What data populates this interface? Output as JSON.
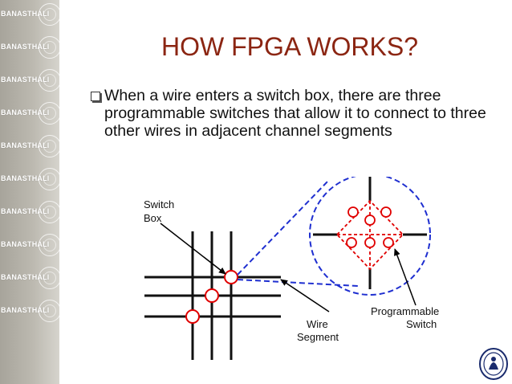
{
  "sidebar": {
    "watermark_text": "BANASTHALI",
    "rows": 10
  },
  "slide": {
    "title": "HOW FPGA WORKS?",
    "bullet_text": "When a wire enters a switch box, there are three programmable switches that allow it to connect to three other wires in adjacent channel segments"
  },
  "diagram": {
    "label_switch_box_line1": "Switch",
    "label_switch_box_line2": "Box",
    "label_programmable_line1": "Programmable",
    "label_programmable_line2": "Switch",
    "label_wire_line1": "Wire",
    "label_wire_line2": "Segment",
    "accent_color": "#e00000",
    "dashed_color": "#1f2fd0"
  },
  "colors": {
    "title": "#8b2512",
    "sidebar": "#b3b0a7"
  }
}
